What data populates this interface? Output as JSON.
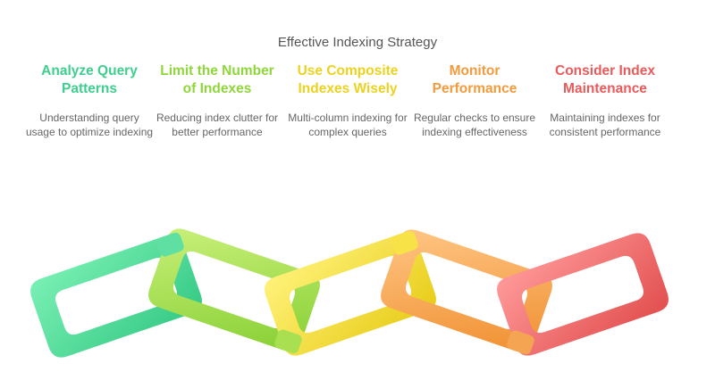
{
  "title": "Effective Indexing Strategy",
  "steps": [
    {
      "title": "Analyze Query Patterns",
      "desc": "Understanding query usage to optimize indexing",
      "color": "#3ecf8e",
      "light": "#7af0b4"
    },
    {
      "title": "Limit the Number of Indexes",
      "desc": "Reducing index clutter for better performance",
      "color": "#8fd63a",
      "light": "#c9f07a"
    },
    {
      "title": "Use Composite Indexes Wisely",
      "desc": "Multi-column indexing for complex queries",
      "color": "#ecd21f",
      "light": "#fff27a"
    },
    {
      "title": "Monitor Performance",
      "desc": "Regular checks to ensure indexing effectiveness",
      "color": "#f39a3c",
      "light": "#ffc685"
    },
    {
      "title": "Consider Index Maintenance",
      "desc": "Maintaining indexes for consistent performance",
      "color": "#ea5a5a",
      "light": "#ff9a9a"
    }
  ]
}
